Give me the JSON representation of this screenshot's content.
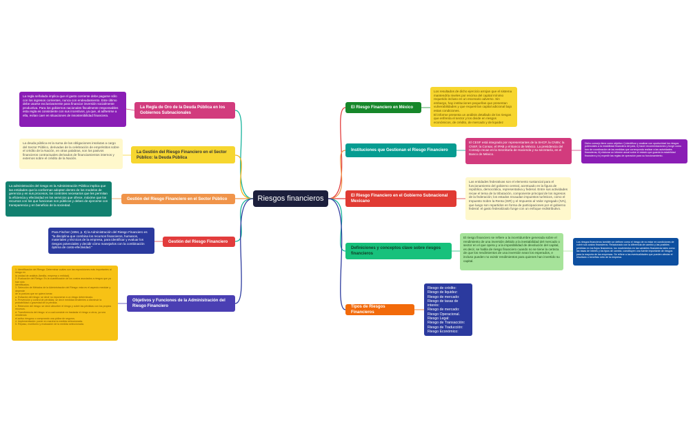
{
  "central": {
    "label": "Riesgos financieros"
  },
  "colors": {
    "pink": "#d23b7d",
    "yellow": "#f6d62f",
    "orange": "#f0944a",
    "red": "#e23c3c",
    "indigo": "#4a3fb3",
    "green": "#16872a",
    "teal": "#069c91",
    "redRight": "#e03a33",
    "mint": "#17c17c",
    "orangeRight": "#f26a0a",
    "purple": "#8a1db5",
    "lightYellow": "#fff8cc",
    "tealDark": "#12806f",
    "navy": "#2b3a9e",
    "gold": "#f7c215",
    "pinkRight": "#d23b7d",
    "lightGreen": "#a6e39a",
    "blue": "#0d4fa0"
  },
  "branches": {
    "regla_oro": "La Regla de Oro de la Deuda Pública en los Gobiernos Subnacionales",
    "gestion_sector_publico_deuda": "La Gestión del Riesgo Financiero en el Sector Público: la Deuda Pública",
    "gestion_sector_publico": "Gestión del Riesgo Financiero en el Sector Público",
    "gestion_riesgo": "Gestión del Riesgo Financiero",
    "objetivos_funciones": "Objetivos y Funciones de la Administración del Riesgo Financiero",
    "riesgo_mexico": "El Riesgo Financiero en México",
    "instituciones": "Instituciones que Gestionan el Riesgo Financiero",
    "gobierno_subnacional": "El Riesgo Financiero en el Gobierno Subnacional Mexicano",
    "definiciones": "Definiciones y conceptos clave sobre riesgos financieros",
    "tipos": "Tipos de Riesgos Financieros"
  },
  "notes": {
    "regla_oro": "La regla señalada implica que el gasto corriente debe pagarse sólo con los ingresos corrientes, nunca con endeudamiento. Este último debe usarse exclusivamente para financiar inversión socialmente productiva. Para los gobiernos nacionales fiscalmente responsables esta regla es consistente con sus incentivos, ya que, al adherirse a ella, evitan caer en situaciones de insostenibilidad financiera.",
    "deuda_publica": "La deuda pública es la suma de las obligaciones insolutas a cargo del Sector Público, derivadas de la celebración de empréstitos sobre el crédito de la Nación, en otras palabras, son los pasivos financieros contractuales derivados de financiamientos internos y externos sobre el crédito de la Nación.",
    "administracion_publica": "La administración del riesgo en la Administración Pública implica que las entidades que la conforman adopten dentro de los modelos de gerencia y en sus procesos, los controles necesarios que les permitan la eficiencia y efectividad en los servicios que ofrece, máxime que los recursos con los que funcionan son públicos y deben de ejercerse con transparencia y en beneficio de la sociedad.",
    "fischer": "Para Fischer (1994, p. 9) la Administración del Riesgo Financiero es \"la disciplina que combina los recursos financieros, humanos, materiales y técnicos de la empresa, para identificar y evaluar los riesgos potenciales y decidir cómo manejarlos con la combinación óptima de costo-efectividad.\"",
    "objetivos": "1. Identificación del Riesgo: Determinar cuáles son las exposiciones más importantes al riesgo en\nla unidad de análisis (familia, empresa o entidad).\n2. Evaluación del Riesgo: Es la cuantificación de los costos asociados a riesgos que ya han sido\nidentificados.\n3. Selección de Métodos de la Administración del Riesgo: esta es el aspecto medular y depende\nde la postura que se quiera tomar.\na. Evitación del riesgo: se decir no exponerse a un riesgo determinado.\nb. Prevención y control de pérdidas: se decir medidas tendientes a disminuir la probabilidad o gravedad de la pérdida.\nc. Retención del riesgo: se decir absorber el riesgo y cubrir las pérdidas con los propios\nrecursos.\nd. Transferencia del riesgo: si a cual consiste en trasladar el riesgo a otros, ya sea vendiendo\nel activo riesgoso o comprando una póliza de seguros.\n4. Implementación: poner en marcha la medida seleccionada.\n5. Repaso, monitoreo y evaluación de la medida seleccionada.",
    "mexico": "Los resultados de dicho ejercicio arrojan que el sistema mantendría niveles por encima del capital mínimo requerido incluso en un escenario adverso. Sin embargo, hay instituciones pequeñas que presentan vulnerabilidades y que requerirían capital adicional bajo estas condiciones.\nEl informe presenta un análisis detallado de los riesgos que enfrenta el sector y los divide en riesgos económicos, de crédito, de mercado y de liquidez",
    "csf": "El CESF está integrado por representantes de la SHCP, la CNBV, la CNSF, la Consar, el IPAB y el Banco de México. La presidencia del Consejo recae en la Secretaría de Hacienda y su secretaría, en el Banco de México.",
    "consejo": "Dicho consejo tiene como objetivo: i) identificar y analizar con oportunidad los riesgos potenciales a la estabilidad financiera del país, ii) hacer recomendaciones y fungir como foro de coordinación de las medidas que corresponda realizar a las autoridades financieras, iii) elaborar un informe anual sobre el estado que guarda la estabilidad financiera y iv) expedir las reglas de operación para su funcionamiento.",
    "entidades": "Las entidades federativas son el elemento sustancial para el funcionamiento del gobierno central, acentuado en la figura de república, democrática, representativa y federal. Entre sus actividades recae el tema de la tributación, componente principal de los ingresos de la federación; los estados recaudan impuestos turísticos, como el Impuesto Sobre la Renta (ISR) y el Impuesto al Valor Agregado (IVA), que luego son repartidos en forma de participaciones por el gobierno federal: el gasto federalizado funge con un enfoque redistributivo.",
    "definicion": "El riesgo financiero se refiere a la incertidumbre generada sobre el rendimiento de una inversión debido a la inestabilidad del mercado o sector en el que opera y a la imposibilidad de devolución del capital, es decir, se habla de riesgo financiero cuando no se tiene la certeza de que los rendimientos de una inversión sean los esperados, e incluso pueden no existir rendimientos para quienes han invertido su capital.",
    "costos": "Los riesgos financieros también se definen como el riesgo de no estar en condiciones de cubrir sus costos financieros. Relacionado con la diferencia de cambio y las posibles pérdidas en los flujos financieros, los movimientos en las variables financieras tales como las tasas de interés y los tipos de cambio, constituyen una fuente importante de riesgos para la mayoría de las empresas. Se refiere a las eventualidades que pueden afectar el resultado o beneficio neto de la empresa.",
    "tipos": "Riesgo de crédito:\nRiesgo de liquidez:\nRiesgo de mercado:\nRiesgo de tasas de interés:\nRiesgo de mercado:\nRiesgo Operacional.\nRiesgo Legal:\nRiesgo de Transacción:\nRiesgo de Traducción:\nRiesgo Económico:"
  }
}
